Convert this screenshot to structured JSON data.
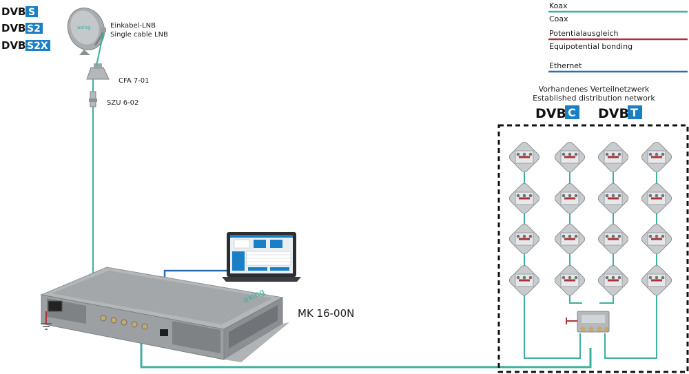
{
  "logos": {
    "top_left": [
      {
        "prefix": "DVB",
        "suffix": "S"
      },
      {
        "prefix": "DVB",
        "suffix": "S2"
      },
      {
        "prefix": "DVB",
        "suffix": "S2X"
      }
    ],
    "network": [
      {
        "prefix": "DVB",
        "suffix": "C"
      },
      {
        "prefix": "DVB",
        "suffix": "T"
      }
    ]
  },
  "labels": {
    "lnb_line1": "Einkabel-LNB",
    "lnb_line2": "Single cable LNB",
    "cfa": "CFA 7-01",
    "szu": "SZU 6-02",
    "device": "MK 16-00N",
    "network_line1": "Vorhandenes Verteilnetzwerk",
    "network_line2": "Established distribution network",
    "dish_brand": "axing",
    "device_brand": "axing"
  },
  "legend": [
    {
      "line1": "Koax",
      "line2": "Coax",
      "color": "#3dafa0"
    },
    {
      "line1": "Potentialausgleich",
      "line2": "Equipotential bonding",
      "color": "#a8343a"
    },
    {
      "line1": "Ethernet",
      "line2": "",
      "color": "#2a6db5"
    }
  ],
  "colors": {
    "coax": "#3dafa0",
    "bonding": "#a8343a",
    "ethernet": "#2a6db5",
    "dvb_box": "#1a7fc4"
  },
  "icons": {
    "dish": "satellite-dish-icon",
    "cfa": "cable-clamp-icon",
    "szu": "surge-protector-icon",
    "laptop": "laptop-icon",
    "device": "headend-device-icon",
    "ground": "ground-icon",
    "socket": "antenna-socket-icon",
    "splitter": "splitter-icon"
  },
  "network": {
    "socket_columns": 4,
    "socket_rows": 4
  }
}
